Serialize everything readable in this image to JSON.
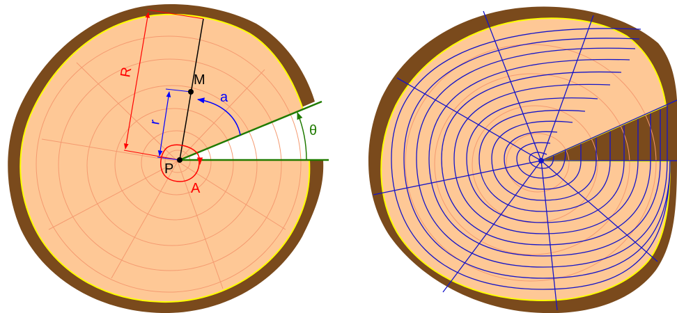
{
  "labels": {
    "R": "R",
    "M": "M",
    "a": "a",
    "r": "r",
    "theta": "θ",
    "P": "P",
    "A": "A"
  },
  "colors": {
    "bark": "#7a4a1c",
    "wood": "#fec896",
    "cambium": "#ffff00",
    "growth_ring": "#f49a70",
    "red": "#ff0000",
    "blue": "#0000ff",
    "green": "#1f7a00",
    "black": "#000000",
    "model_grid": "#1414c8"
  }
}
